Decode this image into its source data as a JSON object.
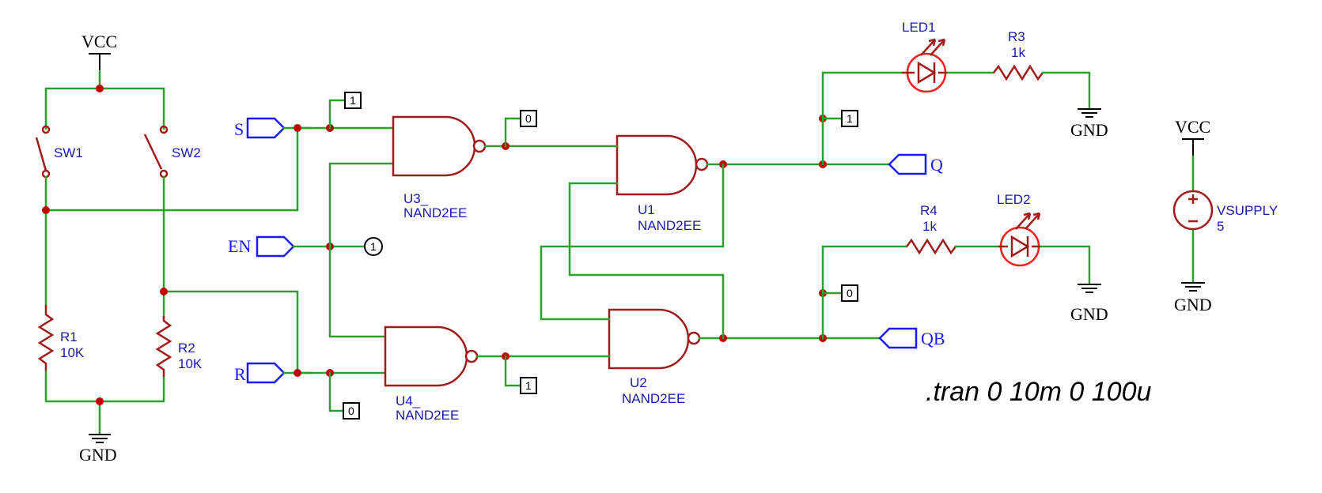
{
  "components": {
    "vcc_left": "VCC",
    "vcc_right": "VCC",
    "gnd_left": "GND",
    "gnd_led1": "GND",
    "gnd_led2": "GND",
    "gnd_supply": "GND",
    "sw1": "SW1",
    "sw2": "SW2",
    "r1_name": "R1",
    "r1_value": "10K",
    "r2_name": "R2",
    "r2_value": "10K",
    "r3_name": "R3",
    "r3_value": "1k",
    "r4_name": "R4",
    "r4_value": "1k",
    "led1": "LED1",
    "led2": "LED2",
    "u3_name": "U3_",
    "u3_part": "NAND2EE",
    "u4_name": "U4_",
    "u4_part": "NAND2EE",
    "u1_name": "U1",
    "u1_part": "NAND2EE",
    "u2_name": "U2",
    "u2_part": "NAND2EE",
    "vsupply_name": "VSUPPLY",
    "vsupply_value": "5"
  },
  "ports": {
    "s": "S",
    "en": "EN",
    "r": "R",
    "q": "Q",
    "qb": "QB"
  },
  "probes": {
    "u3_in": "1",
    "u3_out": "0",
    "en": "1",
    "u4_out": "1",
    "u4_in": "0",
    "q": "1",
    "qb": "0"
  },
  "sim_command": ".tran 0 10m 0 100u"
}
